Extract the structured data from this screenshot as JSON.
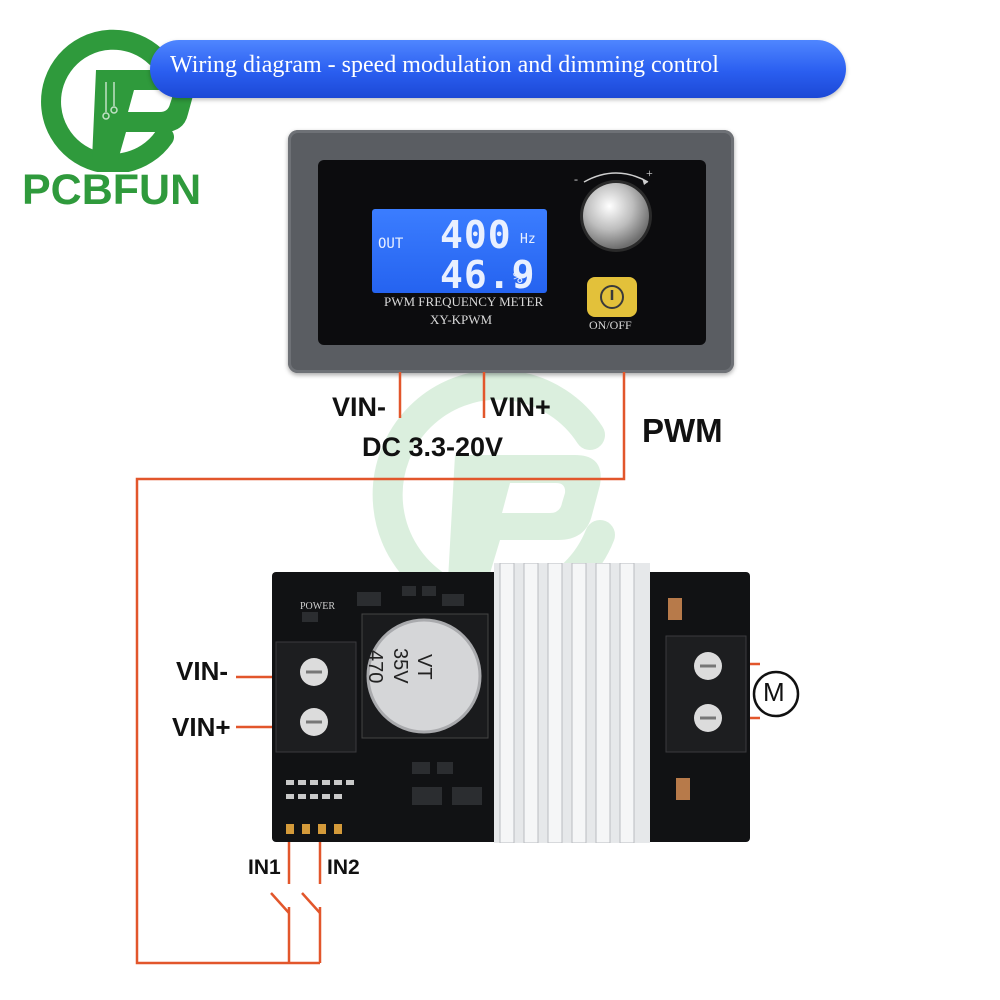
{
  "banner": {
    "title": "Wiring diagram - speed modulation and dimming control"
  },
  "logo": {
    "name": "PCBFUN"
  },
  "meter": {
    "lcd_out": "OUT",
    "frequency": "400",
    "frequency_unit": "Hz",
    "duty": "46.9",
    "duty_unit": "%",
    "label_line1": "PWM FREQUENCY METER",
    "label_line2": "XY-KPWM",
    "button_label": "ON/OFF",
    "knob_minus": "-",
    "knob_plus": "+"
  },
  "wiring": {
    "meter_vin_minus": "VIN-",
    "meter_vin_plus": "VIN+",
    "supply_range": "DC 3.3-20V",
    "pwm": "PWM"
  },
  "driver": {
    "vin_minus": "VIN-",
    "vin_plus": "VIN+",
    "in1": "IN1",
    "in2": "IN2",
    "motor_symbol": "M",
    "capacitor_line1": "470",
    "capacitor_line2": "35V",
    "capacitor_line3": "VT",
    "silk_power": "POWER"
  },
  "colors": {
    "wire": "#e2562b",
    "banner": "#2f62f0",
    "logo": "#2f9a3c",
    "lcd": "#2f6cf5"
  }
}
